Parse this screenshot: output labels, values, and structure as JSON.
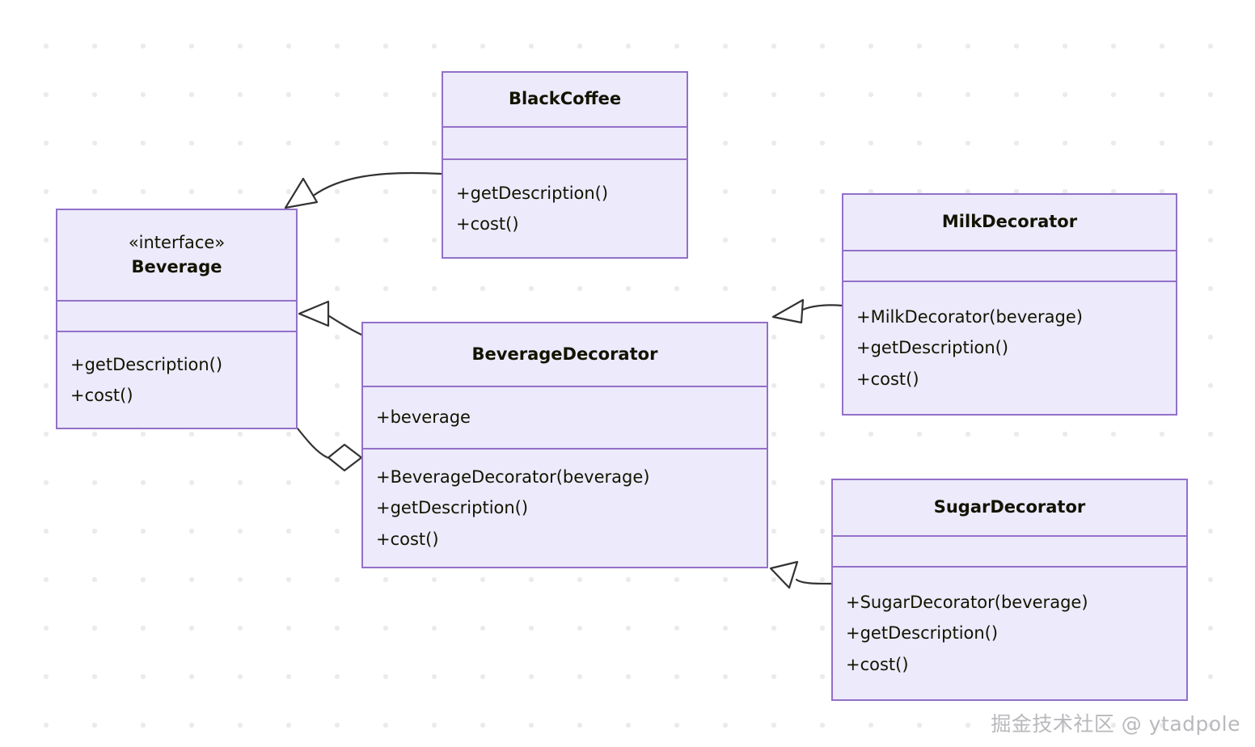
{
  "diagram": {
    "type": "uml-class-diagram",
    "pattern": "Decorator",
    "classes": [
      {
        "id": "beverage",
        "stereotype": "«interface»",
        "name": "Beverage",
        "attributes": [],
        "methods": [
          "+getDescription()",
          "+cost()"
        ]
      },
      {
        "id": "blackcoffee",
        "stereotype": "",
        "name": "BlackCoffee",
        "attributes": [],
        "methods": [
          "+getDescription()",
          "+cost()"
        ]
      },
      {
        "id": "beveragedecorator",
        "stereotype": "",
        "name": "BeverageDecorator",
        "attributes": [
          "+beverage"
        ],
        "methods": [
          "+BeverageDecorator(beverage)",
          "+getDescription()",
          "+cost()"
        ]
      },
      {
        "id": "milkdecorator",
        "stereotype": "",
        "name": "MilkDecorator",
        "attributes": [],
        "methods": [
          "+MilkDecorator(beverage)",
          "+getDescription()",
          "+cost()"
        ]
      },
      {
        "id": "sugardecorator",
        "stereotype": "",
        "name": "SugarDecorator",
        "attributes": [],
        "methods": [
          "+SugarDecorator(beverage)",
          "+getDescription()",
          "+cost()"
        ]
      }
    ],
    "relationships": [
      {
        "id": "rel-blackcoffee-beverage",
        "from": "BlackCoffee",
        "to": "Beverage",
        "kind": "realization",
        "marker": "hollow-triangle"
      },
      {
        "id": "rel-beveragedecorator-beverage",
        "from": "BeverageDecorator",
        "to": "Beverage",
        "kind": "realization",
        "marker": "hollow-triangle"
      },
      {
        "id": "rel-beveragedecorator-aggregation",
        "from": "Beverage",
        "to": "BeverageDecorator",
        "kind": "aggregation",
        "marker": "hollow-diamond"
      },
      {
        "id": "rel-milkdecorator-beveragedecorator",
        "from": "MilkDecorator",
        "to": "BeverageDecorator",
        "kind": "inheritance",
        "marker": "hollow-triangle"
      },
      {
        "id": "rel-sugardecorator-beveragedecorator",
        "from": "SugarDecorator",
        "to": "BeverageDecorator",
        "kind": "inheritance",
        "marker": "hollow-triangle"
      }
    ]
  },
  "colors": {
    "box_fill": "#ECEAFB",
    "box_border": "#9370C8",
    "text": "#131300",
    "edge": "#333333",
    "background": "#ffffff",
    "grid_dot": "#ebebeb",
    "watermark": "#b9b9bd"
  },
  "watermark": {
    "text": "掘金技术社区 @ ytadpole"
  }
}
